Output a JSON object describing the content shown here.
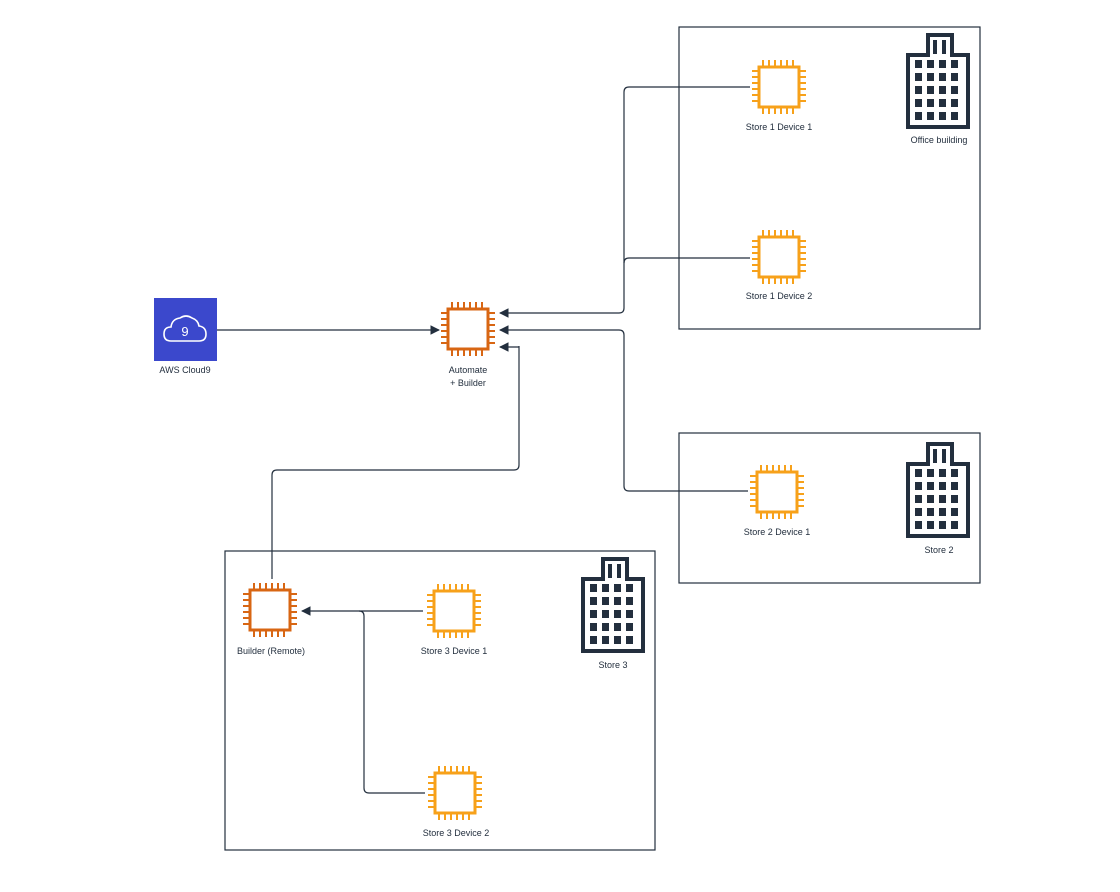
{
  "diagram": {
    "nodes": {
      "cloud9": {
        "label": "AWS Cloud9",
        "icon": "cloud9-icon",
        "color": "#3b48cc"
      },
      "automate": {
        "label_line1": "Automate",
        "label_line2": "+ Builder",
        "icon": "chip-icon",
        "color": "#d86613"
      },
      "builder_remote": {
        "label": "Builder (Remote)",
        "icon": "chip-icon",
        "color": "#d86613"
      },
      "store1_device1": {
        "label": "Store 1 Device 1",
        "icon": "chip-icon",
        "color": "#f7a11a"
      },
      "store1_device2": {
        "label": "Store 1 Device 2",
        "icon": "chip-icon",
        "color": "#f7a11a"
      },
      "store2_device1": {
        "label": "Store 2 Device 1",
        "icon": "chip-icon",
        "color": "#f7a11a"
      },
      "store3_device1": {
        "label": "Store 3 Device 1",
        "icon": "chip-icon",
        "color": "#f7a11a"
      },
      "store3_device2": {
        "label": "Store 3 Device 2",
        "icon": "chip-icon",
        "color": "#f7a11a"
      }
    },
    "groups": {
      "office": {
        "label": "Office building",
        "icon": "office-building-icon"
      },
      "store2": {
        "label": "Store 2",
        "icon": "office-building-icon"
      },
      "store3": {
        "label": "Store 3",
        "icon": "office-building-icon"
      }
    },
    "edges": [
      {
        "from": "cloud9",
        "to": "automate"
      },
      {
        "from": "store1_device1",
        "to": "automate"
      },
      {
        "from": "store1_device2",
        "to": "automate"
      },
      {
        "from": "store2_device1",
        "to": "automate"
      },
      {
        "from": "builder_remote",
        "to": "automate"
      },
      {
        "from": "store3_device1",
        "to": "builder_remote"
      },
      {
        "from": "store3_device2",
        "to": "builder_remote"
      }
    ],
    "colors": {
      "line": "#232f3e",
      "building": "#232f3e"
    }
  }
}
